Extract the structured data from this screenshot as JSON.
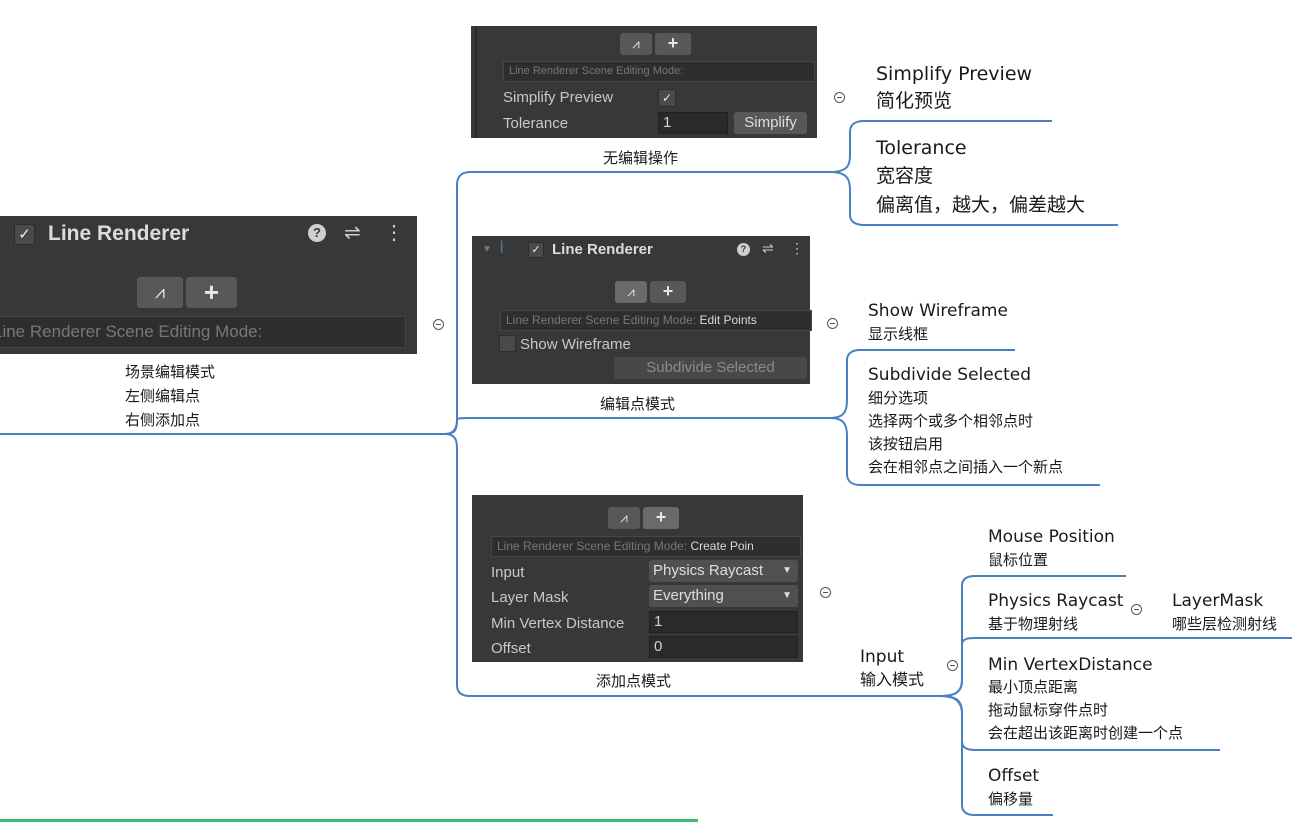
{
  "root": {
    "panel": {
      "title": "Line Renderer",
      "mode_placeholder": "Line Renderer Scene Editing Mode:",
      "edit_button_glyph": "⩘",
      "add_button_glyph": "+",
      "help_glyph": "?",
      "settings_glyph": "⇌",
      "menu_glyph": "⋮",
      "check_glyph": "✓"
    },
    "caption_lines": [
      "场景编辑模式",
      "左侧编辑点",
      "右侧添加点"
    ]
  },
  "branch_none": {
    "caption": "无编辑操作",
    "panel": {
      "mode_placeholder": "Line Renderer Scene Editing Mode:",
      "simplify_preview_label": "Simplify Preview",
      "simplify_preview_check": "✓",
      "tolerance_label": "Tolerance",
      "tolerance_value": "1",
      "simplify_button": "Simplify"
    },
    "children": [
      {
        "en": "Simplify Preview",
        "zh": [
          "简化预览"
        ]
      },
      {
        "en": "Tolerance",
        "zh": [
          "宽容度",
          "偏离值，越大，偏差越大"
        ]
      }
    ]
  },
  "branch_edit": {
    "caption": "编辑点模式",
    "panel": {
      "title": "Line Renderer",
      "mode_placeholder": "Line Renderer Scene Editing Mode:",
      "mode_value": "Edit Points",
      "show_wireframe_label": "Show Wireframe",
      "subdivide_button": "Subdivide Selected"
    },
    "children": [
      {
        "en": "Show Wireframe",
        "zh": [
          "显示线框"
        ]
      },
      {
        "en": "Subdivide Selected",
        "zh": [
          "细分选项",
          "选择两个或多个相邻点时",
          "该按钮启用",
          "会在相邻点之间插入一个新点"
        ]
      }
    ]
  },
  "branch_add": {
    "caption": "添加点模式",
    "panel": {
      "mode_placeholder": "Line Renderer Scene Editing Mode:",
      "mode_value": "Create Poin",
      "input_label": "Input",
      "input_value": "Physics Raycast",
      "layer_mask_label": "Layer Mask",
      "layer_mask_value": "Everything",
      "min_vertex_label": "Min Vertex Distance",
      "min_vertex_value": "1",
      "offset_label": "Offset",
      "offset_value": "0"
    },
    "input_node": {
      "en": "Input",
      "zh": "输入模式"
    },
    "children": [
      {
        "en": "Mouse Position",
        "zh": [
          "鼠标位置"
        ]
      },
      {
        "en": "Physics Raycast",
        "zh": [
          "基于物理射线"
        ]
      },
      {
        "en": "Min VertexDistance",
        "zh": [
          "最小顶点距离",
          "拖动鼠标穿件点时",
          "会在超出该距离时创建一个点"
        ]
      },
      {
        "en": "Offset",
        "zh": [
          "偏移量"
        ]
      }
    ],
    "layermask_node": {
      "en": "LayerMask",
      "zh": "哪些层检测射线"
    }
  },
  "colors": {
    "connector": "#4a7fc1",
    "panel_bg": "#383838",
    "progress": "#3dba6f"
  }
}
